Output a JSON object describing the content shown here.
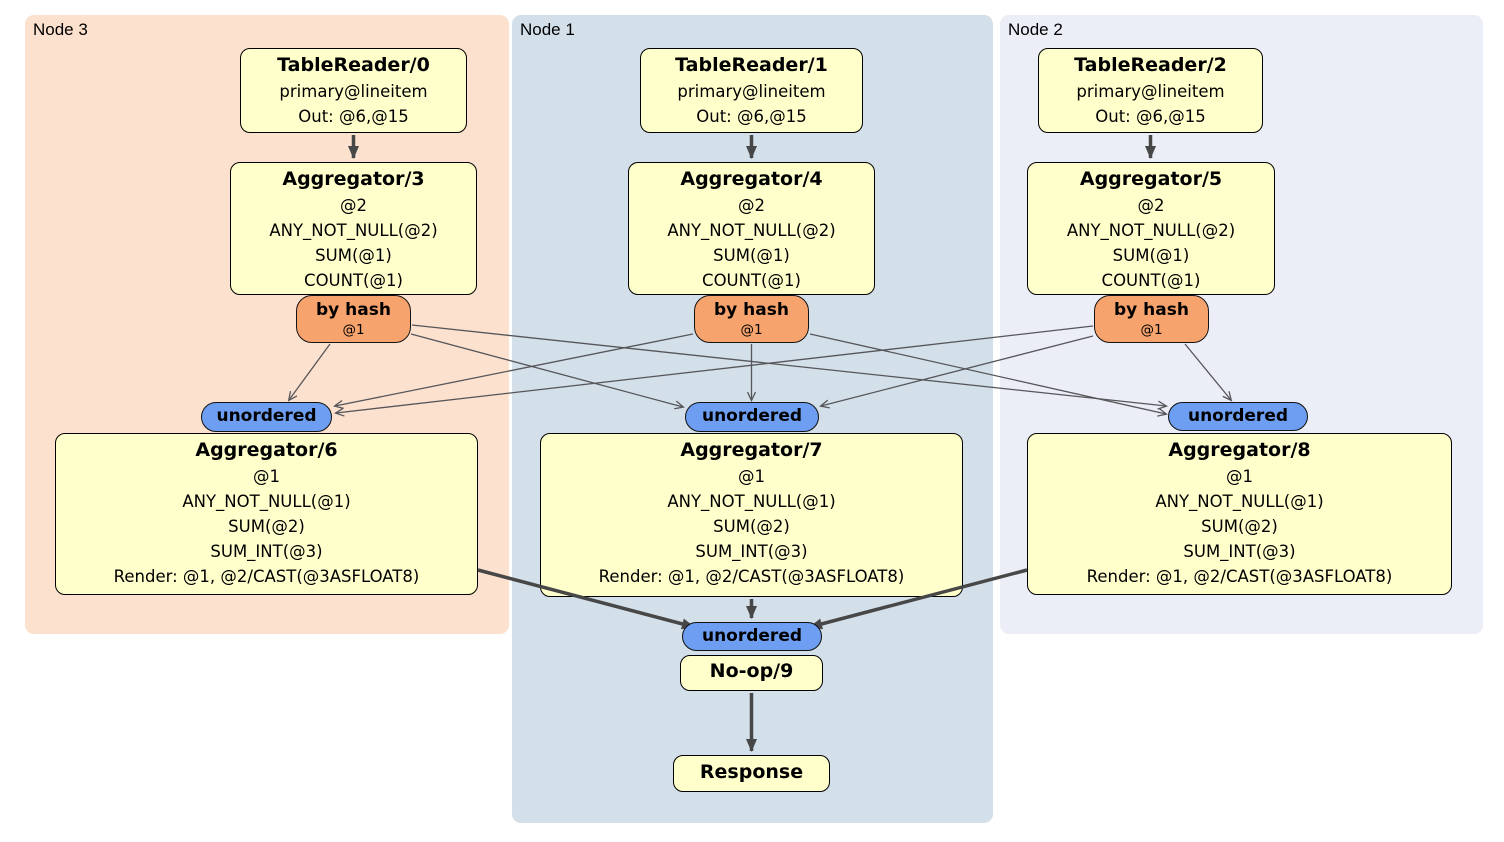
{
  "groups": {
    "node3": {
      "label": "Node 3"
    },
    "node1": {
      "label": "Node 1"
    },
    "node2": {
      "label": "Node 2"
    }
  },
  "processors": {
    "tr0": {
      "title": "TableReader/0",
      "lines": [
        "primary@lineitem",
        "Out: @6,@15"
      ]
    },
    "tr1": {
      "title": "TableReader/1",
      "lines": [
        "primary@lineitem",
        "Out: @6,@15"
      ]
    },
    "tr2": {
      "title": "TableReader/2",
      "lines": [
        "primary@lineitem",
        "Out: @6,@15"
      ]
    },
    "agg3": {
      "title": "Aggregator/3",
      "lines": [
        "@2",
        "ANY_NOT_NULL(@2)",
        "SUM(@1)",
        "COUNT(@1)"
      ]
    },
    "agg4": {
      "title": "Aggregator/4",
      "lines": [
        "@2",
        "ANY_NOT_NULL(@2)",
        "SUM(@1)",
        "COUNT(@1)"
      ]
    },
    "agg5": {
      "title": "Aggregator/5",
      "lines": [
        "@2",
        "ANY_NOT_NULL(@2)",
        "SUM(@1)",
        "COUNT(@1)"
      ]
    },
    "agg6": {
      "title": "Aggregator/6",
      "lines": [
        "@1",
        "ANY_NOT_NULL(@1)",
        "SUM(@2)",
        "SUM_INT(@3)",
        "Render: @1, @2/CAST(@3ASFLOAT8)"
      ]
    },
    "agg7": {
      "title": "Aggregator/7",
      "lines": [
        "@1",
        "ANY_NOT_NULL(@1)",
        "SUM(@2)",
        "SUM_INT(@3)",
        "Render: @1, @2/CAST(@3ASFLOAT8)"
      ]
    },
    "agg8": {
      "title": "Aggregator/8",
      "lines": [
        "@1",
        "ANY_NOT_NULL(@1)",
        "SUM(@2)",
        "SUM_INT(@3)",
        "Render: @1, @2/CAST(@3ASFLOAT8)"
      ]
    },
    "noop9": {
      "title": "No-op/9"
    },
    "response": {
      "title": "Response"
    }
  },
  "routers": {
    "byhash3": {
      "label": "by hash",
      "sub": "@1"
    },
    "byhash4": {
      "label": "by hash",
      "sub": "@1"
    },
    "byhash5": {
      "label": "by hash",
      "sub": "@1"
    }
  },
  "syncs": {
    "un3": {
      "label": "unordered"
    },
    "un1": {
      "label": "unordered"
    },
    "un2": {
      "label": "unordered"
    },
    "unFinal": {
      "label": "unordered"
    }
  },
  "edges": [
    {
      "from": "tr0",
      "to": "agg3"
    },
    {
      "from": "tr1",
      "to": "agg4"
    },
    {
      "from": "tr2",
      "to": "agg5"
    },
    {
      "from": "byhash3",
      "to": "un3"
    },
    {
      "from": "byhash3",
      "to": "un1"
    },
    {
      "from": "byhash3",
      "to": "un2"
    },
    {
      "from": "byhash4",
      "to": "un3"
    },
    {
      "from": "byhash4",
      "to": "un1"
    },
    {
      "from": "byhash4",
      "to": "un2"
    },
    {
      "from": "byhash5",
      "to": "un3"
    },
    {
      "from": "byhash5",
      "to": "un1"
    },
    {
      "from": "byhash5",
      "to": "un2"
    },
    {
      "from": "agg6",
      "to": "unFinal"
    },
    {
      "from": "agg7",
      "to": "unFinal"
    },
    {
      "from": "agg8",
      "to": "unFinal"
    },
    {
      "from": "noop9",
      "to": "response"
    }
  ],
  "colors": {
    "node3_bg": "#fce1ce",
    "node1_bg": "#d3dfe9",
    "node2_bg": "#ebeef7",
    "operator_bg": "#ffffcc",
    "router_bg": "#f7a36d",
    "sync_bg": "#6d9ef1",
    "edge": "#474747"
  }
}
